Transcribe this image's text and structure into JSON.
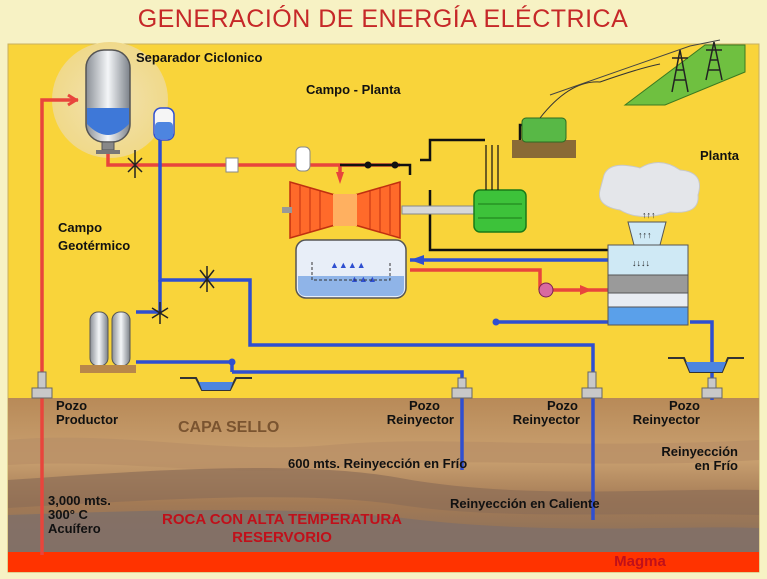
{
  "title": "GENERACIÓN DE ENERGÍA ELÉCTRICA",
  "labels": {
    "separador": "Separador Ciclonico",
    "campo_planta": "Campo - Planta",
    "planta": "Planta",
    "campo_geo_1": "Campo",
    "campo_geo_2": "Geotérmico",
    "pozo_productor_1": "Pozo",
    "pozo_productor_2": "Productor",
    "capa_sello": "CAPA SELLO",
    "pozo_reinyector_a_1": "Pozo",
    "pozo_reinyector_a_2": "Reinyector",
    "pozo_reinyector_b_1": "Pozo",
    "pozo_reinyector_b_2": "Reinyector",
    "pozo_reinyector_c_1": "Pozo",
    "pozo_reinyector_c_2": "Reinyector",
    "reiny_frio_600": "600 mts. Reinyección en Frío",
    "reiny_caliente": "Reinyección en Caliente",
    "reiny_frio_1": "Reinyección",
    "reiny_frio_2": "en Frío",
    "profundidad_1": "3,000 mts.",
    "profundidad_2": "300° C",
    "profundidad_3": "Acuífero",
    "roca_1": "ROCA CON ALTA TEMPERATURA",
    "roca_2": "RESERVORIO",
    "magma": "Magma"
  },
  "colors": {
    "hot_pipe": "#e8453c",
    "cold_pipe": "#2f4fd0",
    "ground_yellow": "#f9d43a",
    "title_red": "#c62828",
    "magma": "#ff3300"
  }
}
